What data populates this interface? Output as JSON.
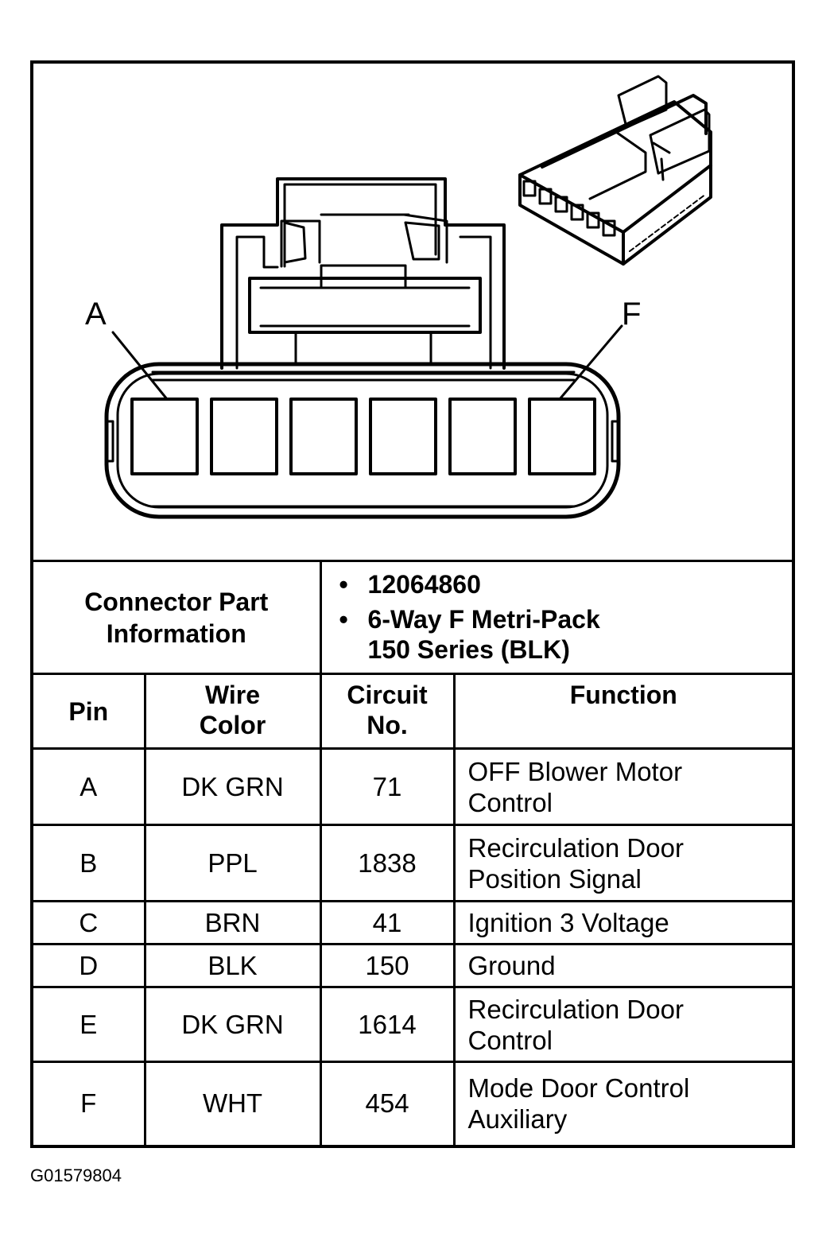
{
  "diagram": {
    "pin_label_left": "A",
    "pin_label_right": "F"
  },
  "connector_info": {
    "label": "Connector Part Information",
    "items": [
      "12064860",
      "6-Way F Metri-Pack 150 Series (BLK)"
    ]
  },
  "table": {
    "headers": {
      "pin": "Pin",
      "wire_color": "Wire Color",
      "circuit": "Circuit No.",
      "function": "Function"
    },
    "rows": [
      {
        "pin": "A",
        "wire_color": "DK GRN",
        "circuit": "71",
        "function": "OFF Blower Motor Control"
      },
      {
        "pin": "B",
        "wire_color": "PPL",
        "circuit": "1838",
        "function": "Recirculation Door Position Signal"
      },
      {
        "pin": "C",
        "wire_color": "BRN",
        "circuit": "41",
        "function": "Ignition 3 Voltage"
      },
      {
        "pin": "D",
        "wire_color": "BLK",
        "circuit": "150",
        "function": "Ground"
      },
      {
        "pin": "E",
        "wire_color": "DK GRN",
        "circuit": "1614",
        "function": "Recirculation Door Control"
      },
      {
        "pin": "F",
        "wire_color": "WHT",
        "circuit": "454",
        "function": "Mode Door Control Auxiliary"
      }
    ]
  },
  "caption": "G01579804"
}
